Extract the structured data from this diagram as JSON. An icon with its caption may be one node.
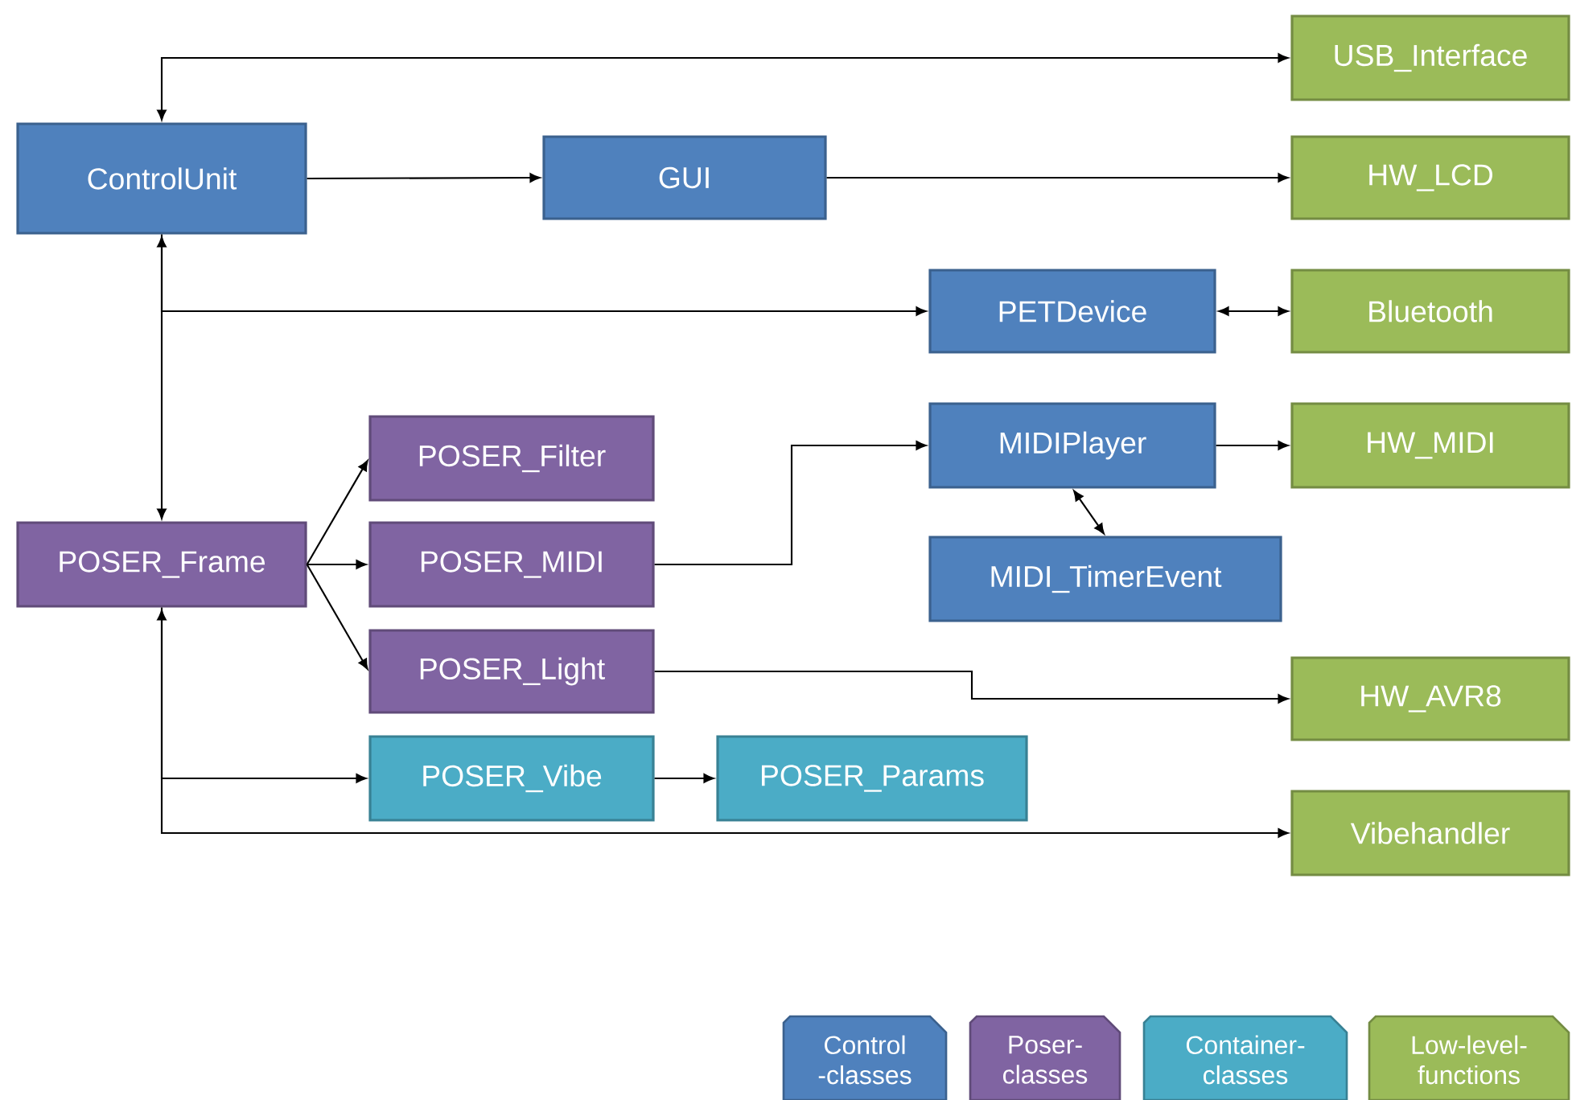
{
  "diagram": {
    "nodes": [
      {
        "text": [
          "USB_Interface"
        ]
      },
      {
        "text": [
          "ControlUnit"
        ]
      },
      {
        "text": [
          "GUI"
        ]
      },
      {
        "text": [
          "HW_LCD"
        ]
      },
      {
        "text": [
          "PETDevice"
        ]
      },
      {
        "text": [
          "Bluetooth"
        ]
      },
      {
        "text": [
          "MIDIPlayer"
        ]
      },
      {
        "text": [
          "HW_MIDI"
        ]
      },
      {
        "text": [
          "POSER_Filter"
        ]
      },
      {
        "text": [
          "POSER_Frame"
        ]
      },
      {
        "text": [
          "POSER_MIDI"
        ]
      },
      {
        "text": [
          "MIDI_TimerEvent"
        ]
      },
      {
        "text": [
          "POSER_Light"
        ]
      },
      {
        "text": [
          "HW_AVR8"
        ]
      },
      {
        "text": [
          "POSER_Vibe"
        ]
      },
      {
        "text": [
          "POSER_Params"
        ]
      },
      {
        "text": [
          "Vibehandler"
        ]
      }
    ],
    "edges": [
      {
        "from": 1,
        "to": 0,
        "arrow": "both"
      },
      {
        "from": 1,
        "to": 2,
        "arrow": "to"
      },
      {
        "from": 2,
        "to": 3,
        "arrow": "to"
      },
      {
        "from": 1,
        "to": 4,
        "arrow": "to"
      },
      {
        "from": 4,
        "to": 5,
        "arrow": "both"
      },
      {
        "from": 1,
        "to": 9,
        "arrow": "both"
      },
      {
        "from": 9,
        "to": 8,
        "arrow": "to"
      },
      {
        "from": 9,
        "to": 10,
        "arrow": "to"
      },
      {
        "from": 9,
        "to": 12,
        "arrow": "to"
      },
      {
        "from": 10,
        "to": 6,
        "arrow": "to"
      },
      {
        "from": 6,
        "to": 7,
        "arrow": "to"
      },
      {
        "from": 6,
        "to": 11,
        "arrow": "both"
      },
      {
        "from": 12,
        "to": 13,
        "arrow": "to"
      },
      {
        "from": 9,
        "to": 14,
        "arrow": "to"
      },
      {
        "from": 14,
        "to": 15,
        "arrow": "to"
      },
      {
        "from": 9,
        "to": 16,
        "arrow": "both"
      }
    ],
    "legend": [
      {
        "text": "Control -classes",
        "color": "#4f81bd"
      },
      {
        "text": "Poser- classes",
        "color": "#8064a2"
      },
      {
        "text": "Container- classes",
        "color": "#4bacc6"
      },
      {
        "text": "Low-level- functions",
        "color": "#9bbb59"
      }
    ]
  }
}
